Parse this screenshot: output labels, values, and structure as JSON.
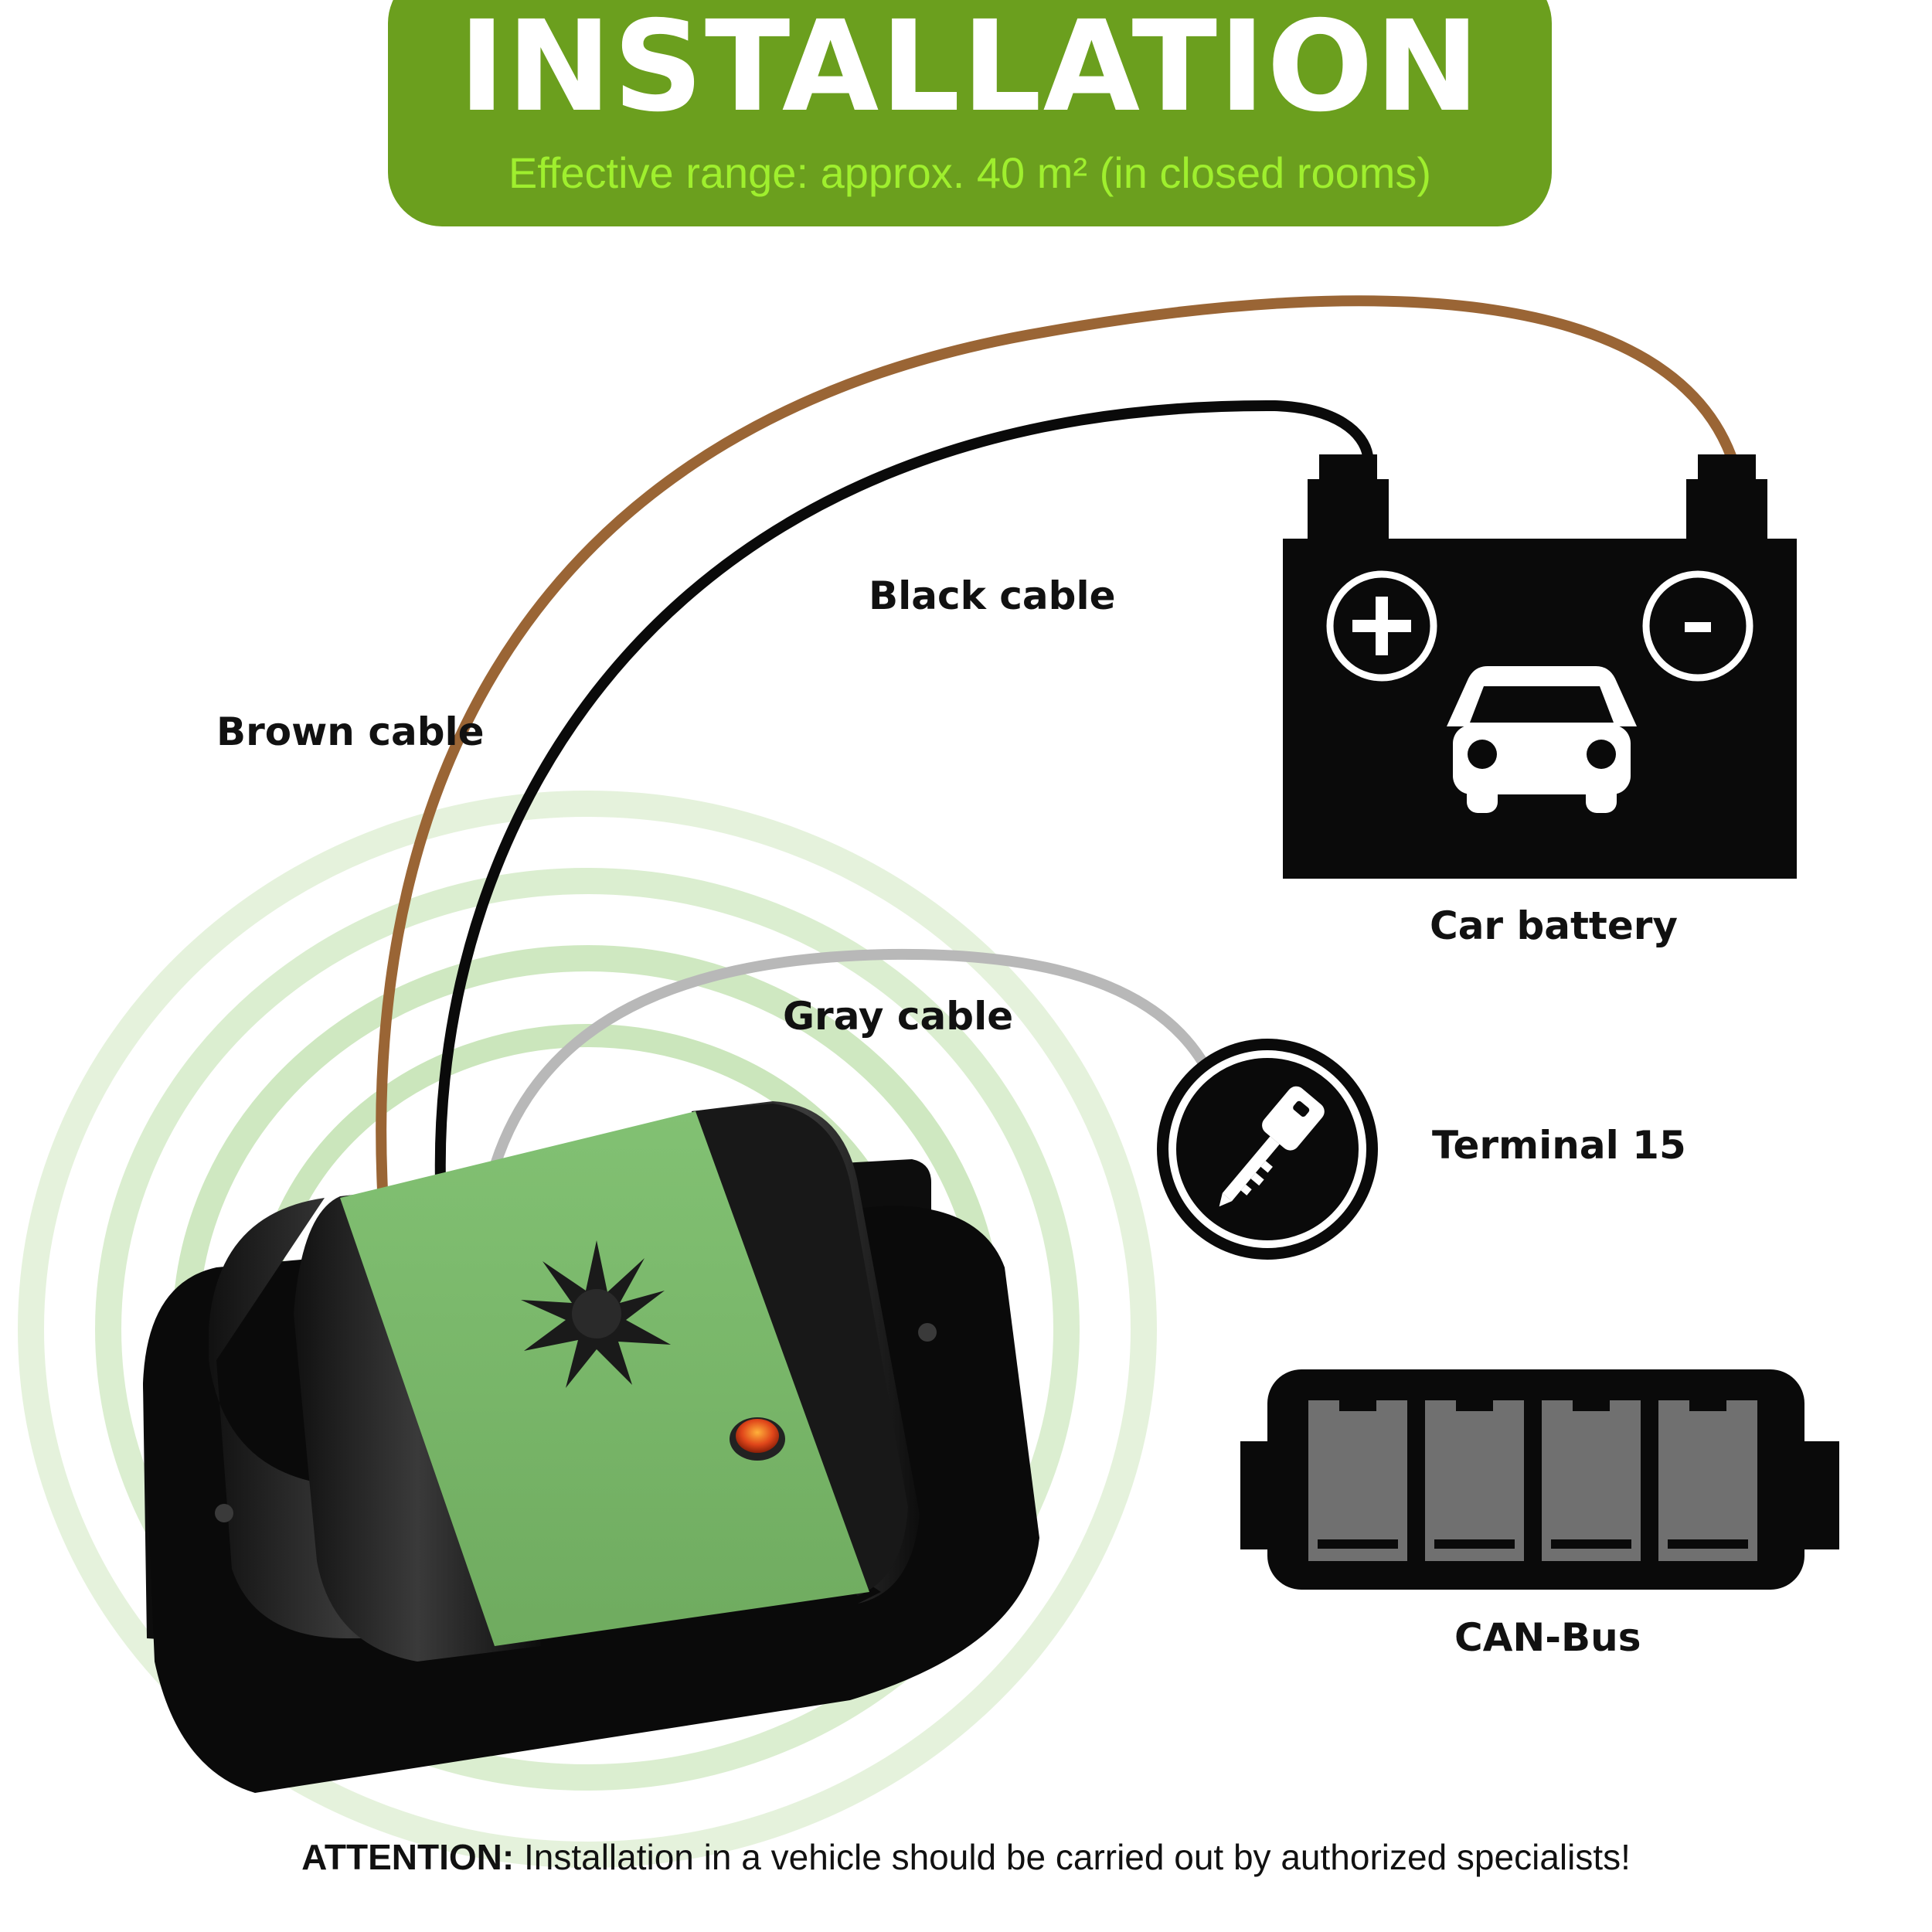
{
  "header": {
    "title": "INSTALLATION",
    "subtitle": "Effective range: approx. 40 m² (in closed rooms)"
  },
  "labels": {
    "brown_cable": "Brown cable",
    "black_cable": "Black cable",
    "gray_cable": "Gray cable",
    "car_battery": "Car battery",
    "terminal_15": "Terminal 15",
    "can_bus": "CAN-Bus"
  },
  "footer": {
    "attention_label": "ATTENTION:",
    "attention_text": " Installation in a vehicle should be carried out by authorized specialists!"
  },
  "colors": {
    "header_bg": "#6b9f1e",
    "subtitle": "#9fef2e",
    "brown_cable": "#9a6535",
    "black_cable": "#0a0a0a",
    "gray_cable": "#b8b8b8",
    "device_green": "#79b86a",
    "led": "#e0461a"
  },
  "icons": {
    "battery": "car-battery-icon",
    "terminal": "ignition-key-icon",
    "canbus": "can-bus-connector-icon",
    "device": "ultrasonic-marten-repeller-device"
  }
}
